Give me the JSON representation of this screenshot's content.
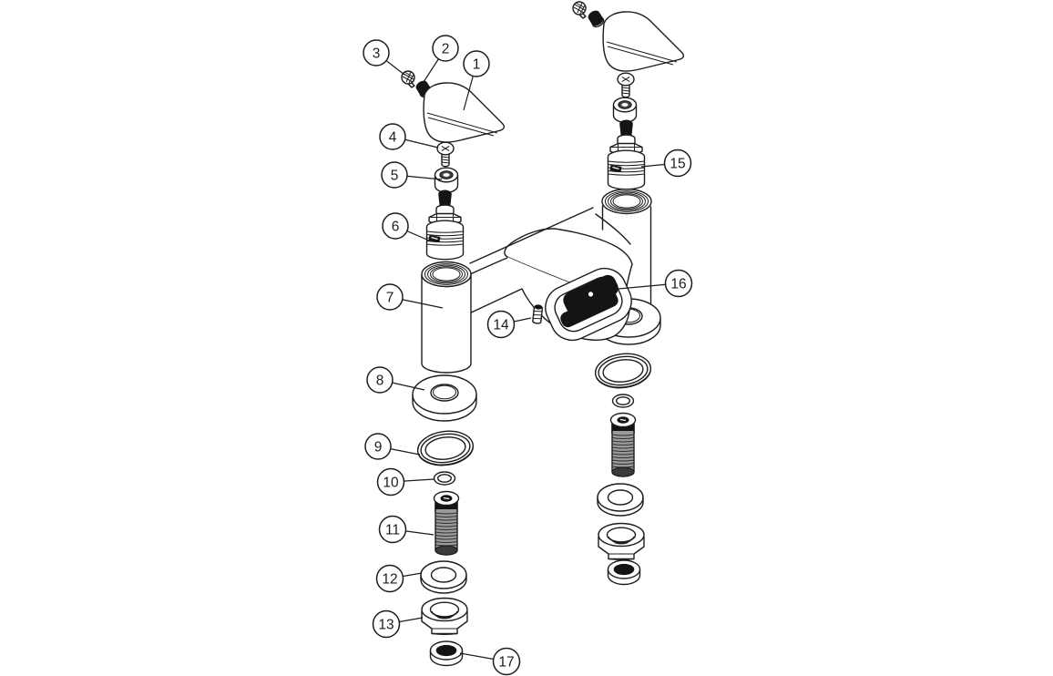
{
  "theme": {
    "background": "#ffffff",
    "line_color": "#1c1c1c",
    "part_fill": "#ffffff",
    "dark_fill": "#141414"
  },
  "diagram": {
    "callouts": [
      {
        "label": "1"
      },
      {
        "label": "2"
      },
      {
        "label": "3"
      },
      {
        "label": "4"
      },
      {
        "label": "5"
      },
      {
        "label": "6"
      },
      {
        "label": "7"
      },
      {
        "label": "8"
      },
      {
        "label": "9"
      },
      {
        "label": "10"
      },
      {
        "label": "11"
      },
      {
        "label": "12"
      },
      {
        "label": "13"
      },
      {
        "label": "14"
      },
      {
        "label": "15"
      },
      {
        "label": "16"
      },
      {
        "label": "17"
      }
    ]
  }
}
